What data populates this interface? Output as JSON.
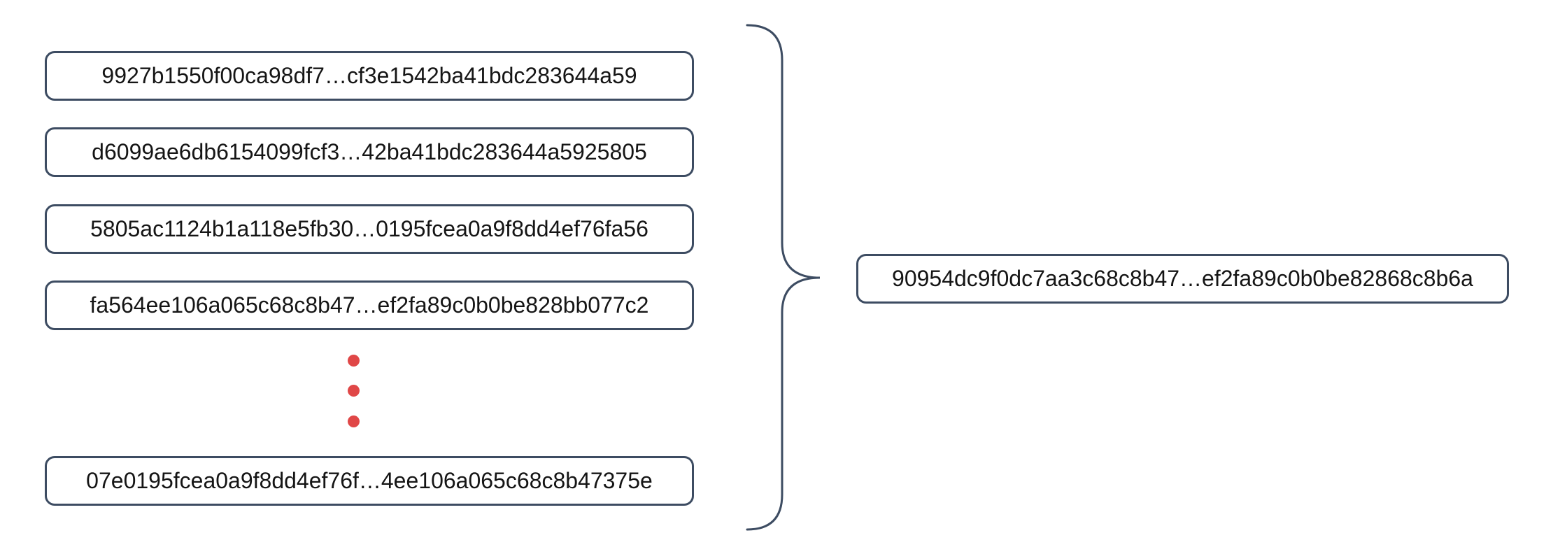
{
  "diagram": {
    "description": "Many input hashes combined into one output hash",
    "input_hashes": [
      "9927b1550f00ca98df7…cf3e1542ba41bdc283644a59",
      "d6099ae6db6154099fcf3…42ba41bdc283644a5925805",
      "5805ac1124b1a118e5fb30…0195fcea0a9f8dd4ef76fa56",
      "fa564ee106a065c68c8b47…ef2fa89c0b0be828bb077c2",
      "07e0195fcea0a9f8dd4ef76f…4ee106a065c68c8b47375e"
    ],
    "output_hash": "90954dc9f0dc7aa3c68c8b47…ef2fa89c0b0be82868c8b6a",
    "ellipsis_dots_count": 3,
    "colors": {
      "box_border": "#3d4c62",
      "brace": "#3d4c62",
      "dots": "#e04747",
      "text": "#151515",
      "background": "#ffffff"
    }
  }
}
